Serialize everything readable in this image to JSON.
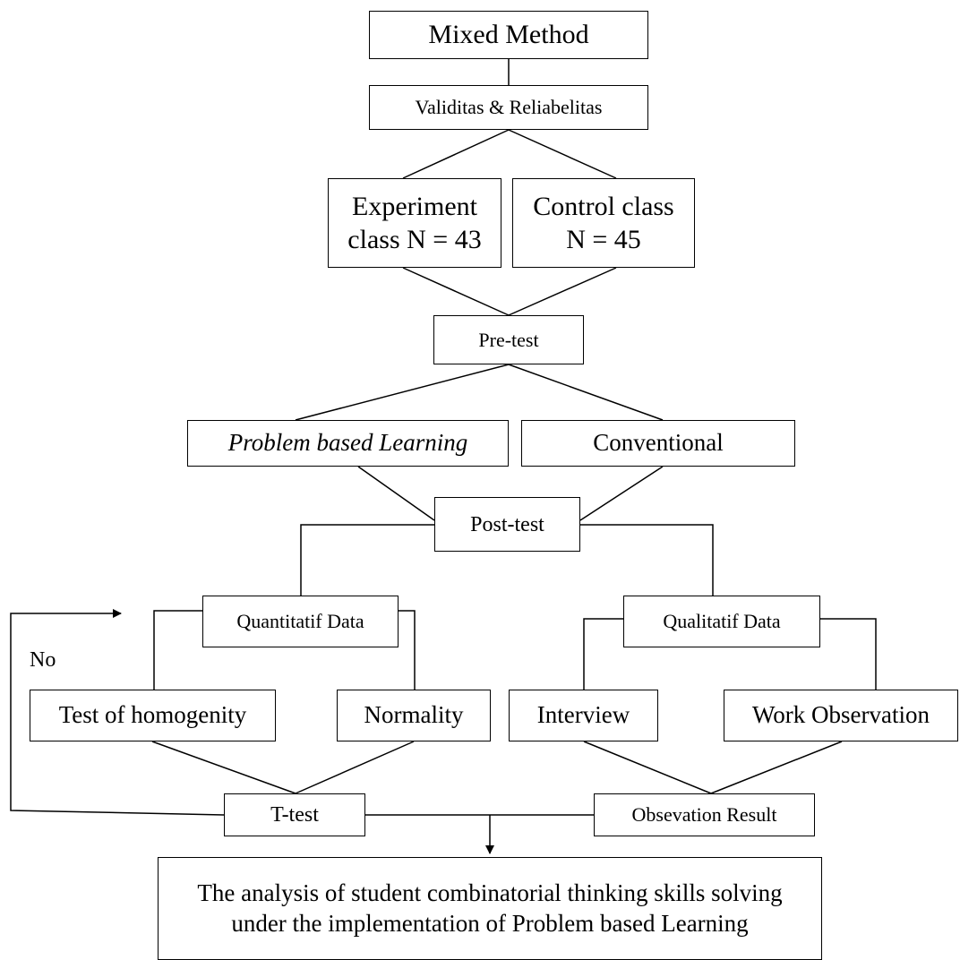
{
  "nodes": {
    "mixed_method": "Mixed Method",
    "validity": "Validitas & Reliabelitas",
    "experiment": "Experiment\nclass N = 43",
    "control": "Control class\nN = 45",
    "pretest": "Pre-test",
    "pbl": "Problem based Learning",
    "conventional": "Conventional",
    "posttest": "Post-test",
    "quant": "Quantitatif Data",
    "qual": "Qualitatif Data",
    "homogeneity": "Test of homogenity",
    "normality": "Normality",
    "interview": "Interview",
    "work_observation": "Work Observation",
    "ttest": "T-test",
    "obs_result": "Obsevation Result",
    "analysis": "The analysis of student combinatorial thinking skills solving\nunder the implementation of Problem based Learning"
  },
  "edge_labels": {
    "no": "No"
  }
}
